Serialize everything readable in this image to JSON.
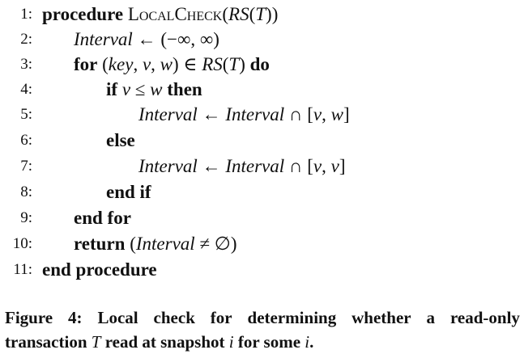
{
  "algorithm": {
    "lines": [
      {
        "num": "1:",
        "parts": [
          "procedure",
          " ",
          "LocalCheck",
          "(",
          "RS",
          "(",
          "T",
          "))"
        ]
      },
      {
        "num": "2:",
        "parts": [
          "Interval",
          " ← (−∞, ∞)"
        ]
      },
      {
        "num": "3:",
        "parts": [
          "for",
          " (",
          "key",
          ", ",
          "v",
          ", ",
          "w",
          ") ∈ ",
          "RS",
          "(",
          "T",
          ") ",
          "do"
        ]
      },
      {
        "num": "4:",
        "parts": [
          "if",
          " ",
          "v",
          " ≤ ",
          "w",
          " ",
          "then"
        ]
      },
      {
        "num": "5:",
        "parts": [
          "Interval",
          " ← ",
          "Interval",
          " ∩ [",
          "v",
          ", ",
          "w",
          "]"
        ]
      },
      {
        "num": "6:",
        "parts": [
          "else"
        ]
      },
      {
        "num": "7:",
        "parts": [
          "Interval",
          " ← ",
          "Interval",
          " ∩ [",
          "v",
          ", ",
          "v",
          "]"
        ]
      },
      {
        "num": "8:",
        "parts": [
          "end if"
        ]
      },
      {
        "num": "9:",
        "parts": [
          "end for"
        ]
      },
      {
        "num": "10:",
        "parts": [
          "return",
          " (",
          "Interval",
          " ≠ ∅)"
        ]
      },
      {
        "num": "11:",
        "parts": [
          "end procedure"
        ]
      }
    ]
  },
  "caption": {
    "line1_words": [
      "Figure",
      "4:",
      "Local",
      "check",
      "for",
      "determining",
      "whether",
      "a",
      "read-only"
    ],
    "line2_a": "transaction ",
    "line2_T": "T",
    "line2_b": " read at snapshot ",
    "line2_i1": "i",
    "line2_c": " for some ",
    "line2_i2": "i",
    "line2_d": "."
  }
}
